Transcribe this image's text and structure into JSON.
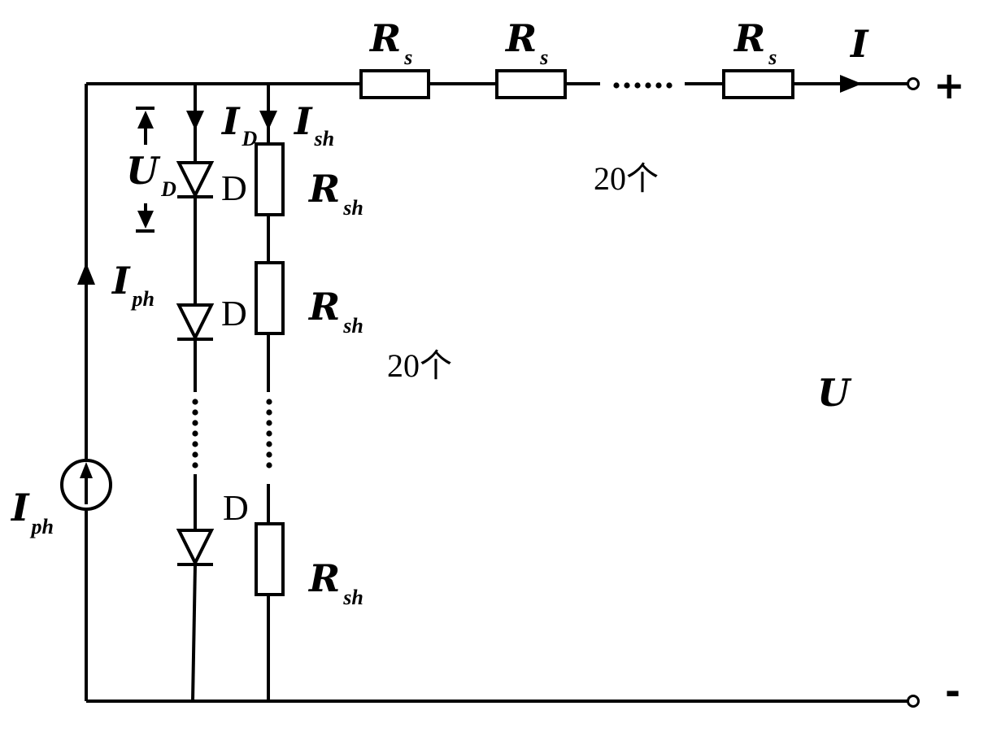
{
  "labels": {
    "current_out": {
      "main": "I",
      "sub": ""
    },
    "series_resistor": {
      "main": "R",
      "sub": "s"
    },
    "diode_current": {
      "main": "I",
      "sub": "D"
    },
    "shunt_current": {
      "main": "I",
      "sub": "sh"
    },
    "diode_voltage": {
      "main": "U",
      "sub": "D"
    },
    "photo_current_wire": {
      "main": "I",
      "sub": "ph"
    },
    "photo_current_source": {
      "main": "I",
      "sub": "ph"
    },
    "diode": "D",
    "shunt_resistor": {
      "main": "R",
      "sub": "sh"
    },
    "output_voltage": "U",
    "count_series": "20个",
    "count_parallel": "20个",
    "terminal_plus": "+",
    "terminal_minus": "-"
  }
}
